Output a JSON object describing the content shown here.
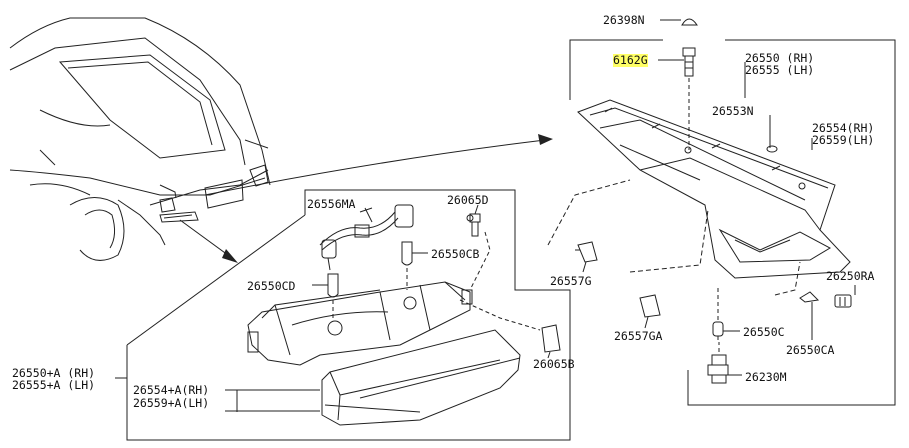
{
  "labels": {
    "p26398N": "26398N",
    "p6162G": "6162G",
    "p26550_rh": "26550 (RH)",
    "p26555_lh": "26555 (LH)",
    "p26553N": "26553N",
    "p26554_rh": "26554(RH)",
    "p26559_lh": "26559(LH)",
    "p26250RA": "26250RA",
    "p26557G": "26557G",
    "p26557GA": "26557GA",
    "p26550C": "26550C",
    "p26550CA": "26550CA",
    "p26230M": "26230M",
    "p26556MA": "26556MA",
    "p26065D": "26065D",
    "p26550CB": "26550CB",
    "p26550CD": "26550CD",
    "p26065B": "26065B",
    "p26550A_rh": "26550+A (RH)",
    "p26555A_lh": "26555+A (LH)",
    "p26554A_rh": "26554+A(RH)",
    "p26559A_lh": "26559+A(LH)"
  },
  "colors": {
    "line": "#222222",
    "highlight": "#ffff66"
  }
}
